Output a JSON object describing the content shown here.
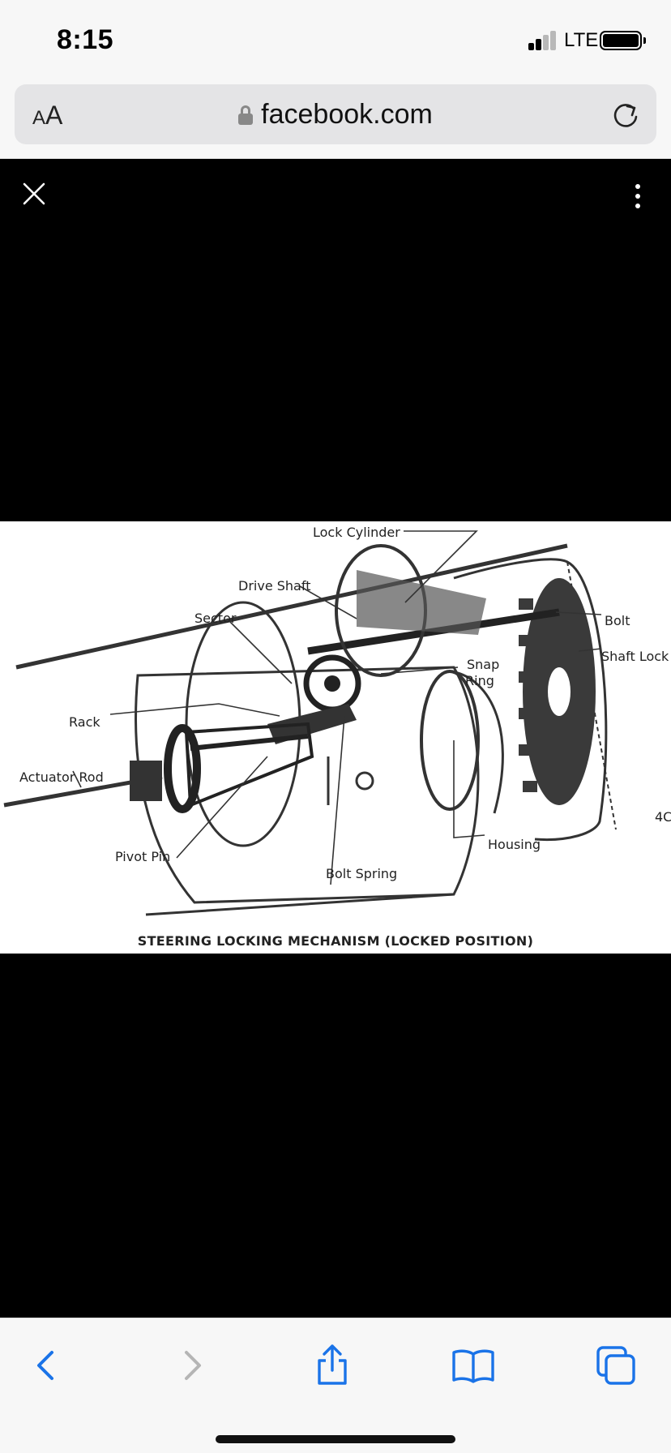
{
  "status_bar": {
    "time": "8:15",
    "network": "LTE"
  },
  "browser": {
    "text_size_button_small": "A",
    "text_size_button_large": "A",
    "url": "facebook.com"
  },
  "viewer": {
    "diagram": {
      "labels": {
        "lock_cylinder": "Lock Cylinder",
        "drive_shaft": "Drive Shaft",
        "sector": "Sector",
        "bolt": "Bolt",
        "shaft_lock": "Shaft Lock",
        "snap_ring": "Snap",
        "snap_ring_2": "Ring",
        "rack": "Rack",
        "actuator_rod": "Actuator Rod",
        "pivot_pin": "Pivot Pin",
        "housing": "Housing",
        "bolt_spring": "Bolt Spring",
        "figure_number": "4C"
      },
      "caption": "STEERING LOCKING MECHANISM (LOCKED POSITION)"
    }
  },
  "colors": {
    "accent": "#1a73e8",
    "disabled": "#b5b5b5",
    "chrome_bg": "#f7f7f7"
  },
  "icons": {
    "close": "close-icon",
    "more": "more-vertical-icon",
    "back": "chevron-left-icon",
    "forward": "chevron-right-icon",
    "share": "share-icon",
    "bookmarks": "book-icon",
    "tabs": "tabs-icon"
  }
}
